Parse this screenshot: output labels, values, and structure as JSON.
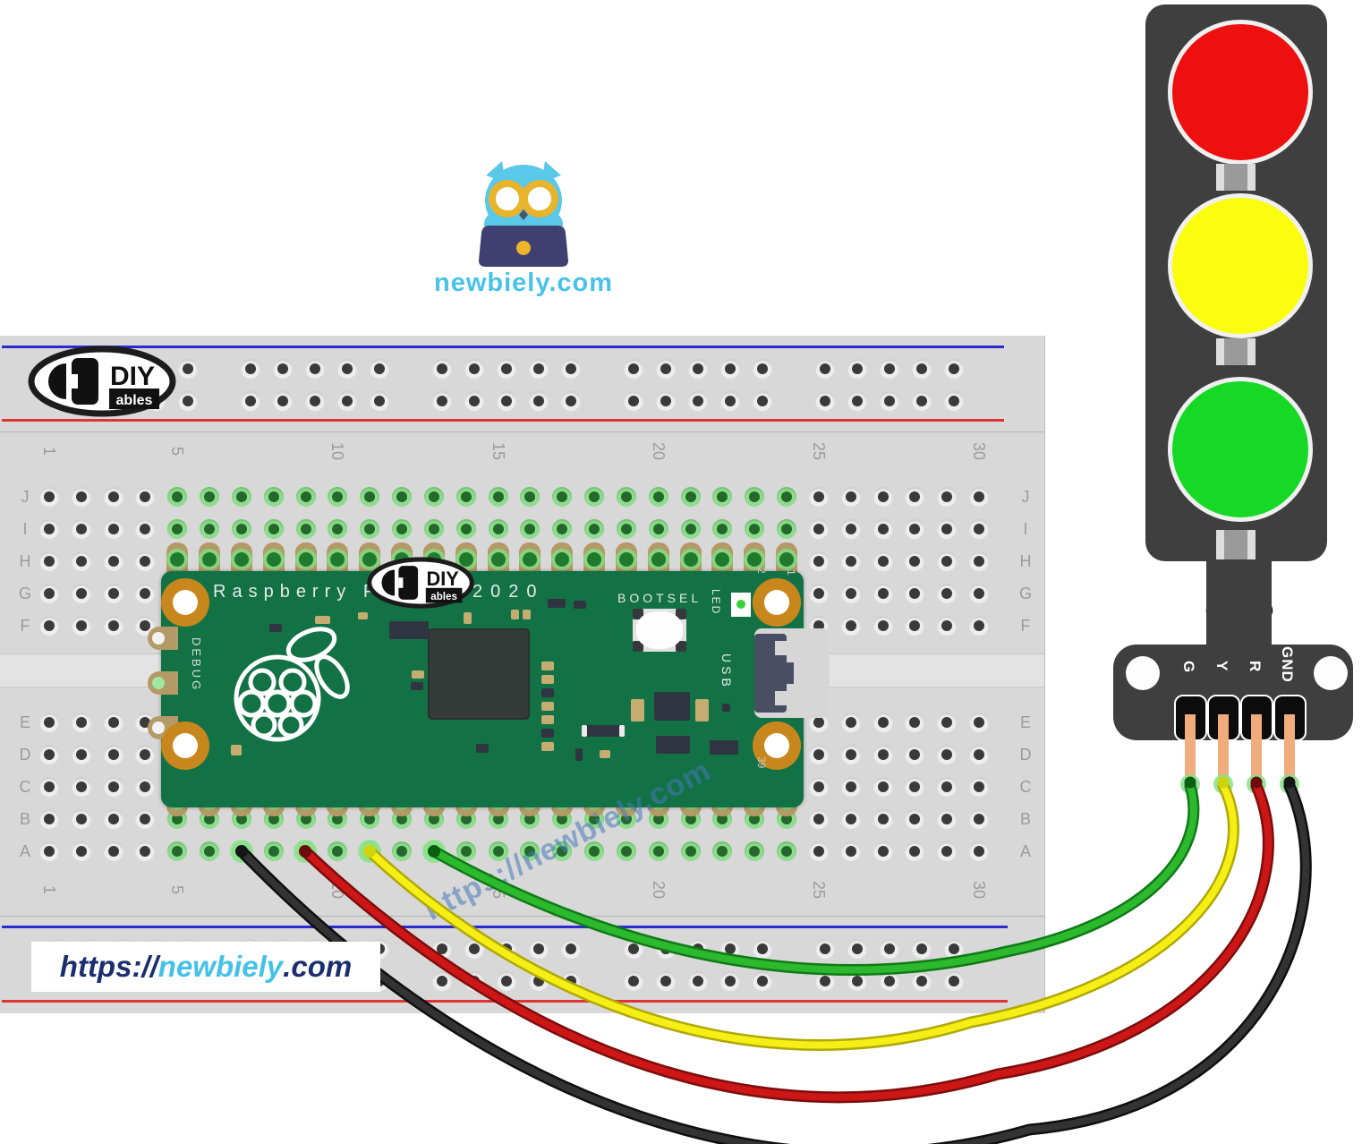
{
  "header": {
    "logo_text": "newbiely.com"
  },
  "watermark": "https://newbiely.com",
  "footer_label": {
    "protocol": "https://",
    "site": "newbiely",
    "tld": ".com"
  },
  "diy_logo": {
    "brand": "DIY",
    "suffix": "ables"
  },
  "breadboard": {
    "row_labels_top": [
      "J",
      "I",
      "H",
      "G",
      "F"
    ],
    "row_labels_bottom": [
      "E",
      "D",
      "C",
      "B",
      "A"
    ],
    "column_numbers": [
      1,
      5,
      10,
      15,
      20,
      25,
      30
    ],
    "rail_negative_color": "#2a2ad0",
    "rail_positive_color": "#e03434"
  },
  "pico": {
    "brand": "Raspberry Pi",
    "year": "2020",
    "bootsel_label": "BOOTSEL",
    "led_label": "LED",
    "usb_label": "USB",
    "debug_label": "DEBUG",
    "pin_top_inner": "2",
    "pin_top_corner": "1",
    "pin_bottom_corner": "39",
    "board_color": "#137245"
  },
  "traffic_light": {
    "pin_labels": [
      "G",
      "Y",
      "R",
      "GND"
    ],
    "body_color": "#3f3f3f",
    "light_colors": {
      "red": "#ee0f0f",
      "yellow": "#fcfc0f",
      "green": "#16d926"
    }
  },
  "wires": [
    {
      "id": "green",
      "pin": "G",
      "breadboard_column": 13,
      "color": "#2db92d",
      "outline": "#0f7a17",
      "cap": "#0a5f10"
    },
    {
      "id": "yellow",
      "pin": "Y",
      "breadboard_column": 11,
      "color": "#f6ef16",
      "outline": "#b0a808",
      "cap": "#cdd40e"
    },
    {
      "id": "red",
      "pin": "R",
      "breadboard_column": 9,
      "color": "#cd1616",
      "outline": "#7c0d0d",
      "cap": "#6b0b0b"
    },
    {
      "id": "black",
      "pin": "GND",
      "breadboard_column": 7,
      "color": "#333333",
      "outline": "#0f0f0f",
      "cap": "#161616"
    }
  ]
}
